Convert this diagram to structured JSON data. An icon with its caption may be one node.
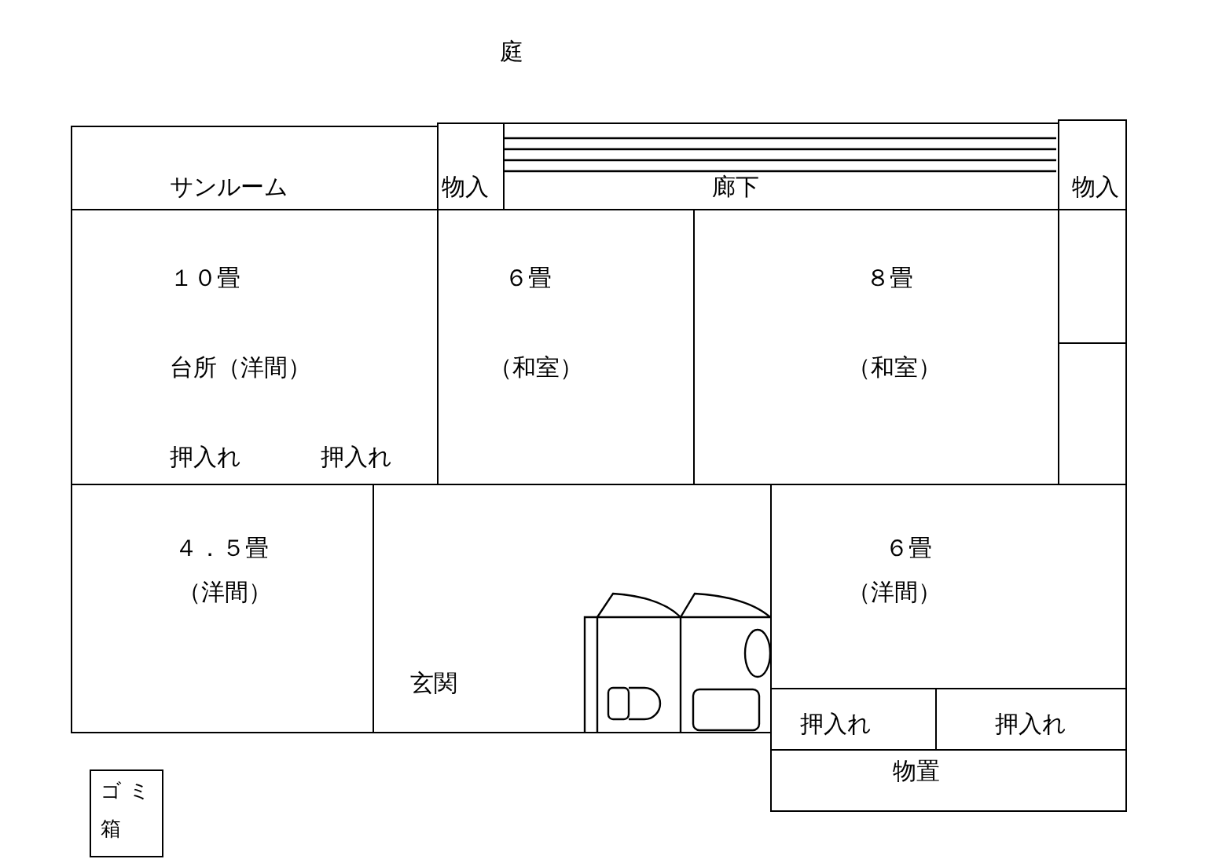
{
  "diagram": {
    "nodes": [
      {
        "text": [
          "サンルーム"
        ]
      },
      {
        "text": [
          "物入"
        ]
      },
      {
        "text": [
          "廊下"
        ]
      },
      {
        "text": [
          "物入"
        ]
      },
      {
        "text": [
          "１０畳",
          "台所（洋間）",
          "押入れ",
          "押入れ"
        ]
      },
      {
        "text": [
          "６畳",
          "（和室）"
        ]
      },
      {
        "text": [
          "８畳",
          "（和室）"
        ]
      },
      {
        "text": [],
        "shape": "box"
      },
      {
        "text": [],
        "shape": "box"
      },
      {
        "text": [
          "４．５畳",
          "（洋間）"
        ]
      },
      {
        "text": [
          "玄関"
        ]
      },
      {
        "text": [
          "６畳",
          "（洋間）"
        ]
      },
      {
        "text": [
          "押入れ"
        ]
      },
      {
        "text": [
          "押入れ"
        ]
      },
      {
        "text": [
          "物置"
        ]
      },
      {
        "text": [
          "ゴミ箱"
        ]
      }
    ],
    "labels": [
      "庭"
    ]
  }
}
